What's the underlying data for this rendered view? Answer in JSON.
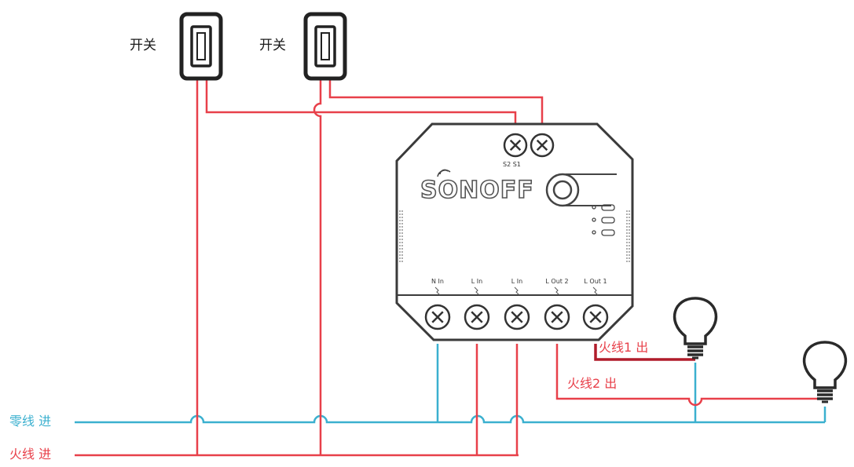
{
  "colors": {
    "live": "#e8404a",
    "live_dark": "#b01c2a",
    "neutral": "#3bb0cf",
    "device_fill": "#ffffff",
    "device_stroke": "#3a3a3a",
    "text": "#1a1a1a"
  },
  "switches": [
    {
      "label": "开关",
      "icon": "rocker-switch-icon"
    },
    {
      "label": "开关",
      "icon": "rocker-switch-icon"
    }
  ],
  "device": {
    "brand": "SONOFF",
    "top_terminals": {
      "label": "S2 S1",
      "icon": "screw-terminal-icon"
    },
    "bottom_terminals": [
      {
        "label": "N In",
        "icon": "screw-terminal-icon"
      },
      {
        "label": "L In",
        "icon": "screw-terminal-icon"
      },
      {
        "label": "L In",
        "icon": "screw-terminal-icon"
      },
      {
        "label": "L Out 2",
        "icon": "screw-terminal-icon"
      },
      {
        "label": "L Out 1",
        "icon": "screw-terminal-icon"
      }
    ]
  },
  "lamps": [
    {
      "icon": "light-bulb-icon"
    },
    {
      "icon": "light-bulb-icon"
    }
  ],
  "labels": {
    "live_out_1": "火线1 出",
    "live_out_2": "火线2 出",
    "neutral_in": "零线 进",
    "live_in": "火线 进"
  }
}
